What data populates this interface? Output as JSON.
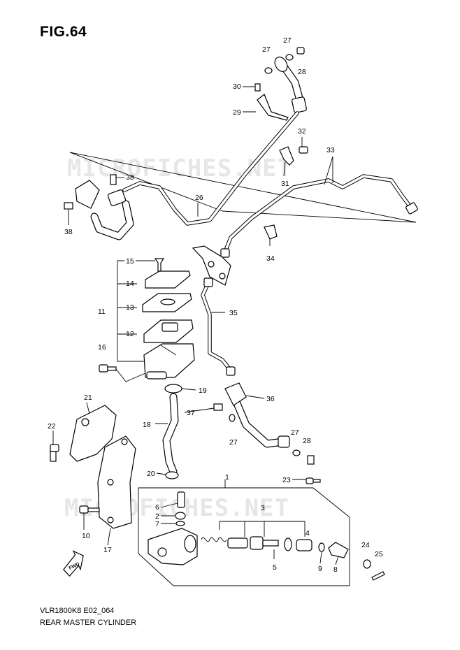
{
  "figure": {
    "title": "FIG.64",
    "model_code": "VLR1800K8 E02_064",
    "diagram_name": "REAR MASTER CYLINDER",
    "watermark": "MICROFICHES.NET",
    "fwd_label": "FWD"
  },
  "callouts": [
    "1",
    "2",
    "3",
    "4",
    "5",
    "6",
    "7",
    "8",
    "9",
    "10",
    "11",
    "12",
    "13",
    "14",
    "15",
    "16",
    "17",
    "18",
    "19",
    "20",
    "21",
    "22",
    "23",
    "24",
    "25",
    "26",
    "27",
    "28",
    "29",
    "30",
    "31",
    "32",
    "33",
    "34",
    "35",
    "36",
    "37",
    "38"
  ]
}
